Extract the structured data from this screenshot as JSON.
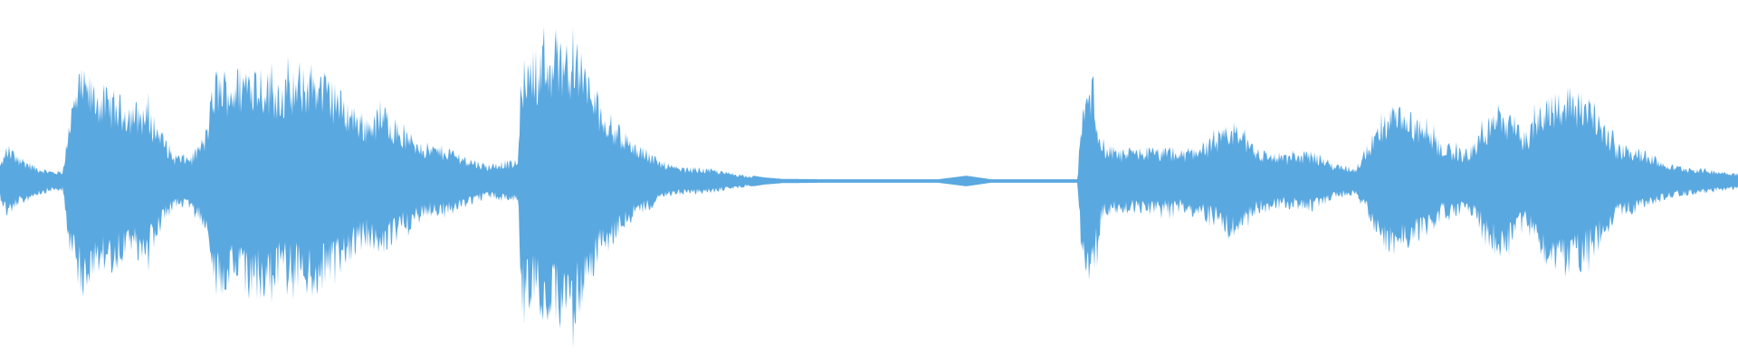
{
  "waveform": {
    "color": "#5aa8e0",
    "background": "#ffffff",
    "channels": 1,
    "envelope": [
      [
        0.0,
        0.1
      ],
      [
        0.004,
        0.22
      ],
      [
        0.01,
        0.16
      ],
      [
        0.02,
        0.09
      ],
      [
        0.03,
        0.06
      ],
      [
        0.036,
        0.06
      ],
      [
        0.04,
        0.4
      ],
      [
        0.046,
        0.65
      ],
      [
        0.055,
        0.58
      ],
      [
        0.065,
        0.52
      ],
      [
        0.075,
        0.47
      ],
      [
        0.085,
        0.45
      ],
      [
        0.092,
        0.32
      ],
      [
        0.1,
        0.16
      ],
      [
        0.11,
        0.15
      ],
      [
        0.118,
        0.28
      ],
      [
        0.124,
        0.66
      ],
      [
        0.134,
        0.64
      ],
      [
        0.145,
        0.72
      ],
      [
        0.158,
        0.62
      ],
      [
        0.17,
        0.6
      ],
      [
        0.18,
        0.7
      ],
      [
        0.19,
        0.6
      ],
      [
        0.2,
        0.48
      ],
      [
        0.21,
        0.38
      ],
      [
        0.222,
        0.44
      ],
      [
        0.232,
        0.3
      ],
      [
        0.245,
        0.22
      ],
      [
        0.258,
        0.2
      ],
      [
        0.27,
        0.14
      ],
      [
        0.28,
        0.1
      ],
      [
        0.29,
        0.12
      ],
      [
        0.298,
        0.12
      ],
      [
        0.3,
        0.7
      ],
      [
        0.312,
        0.8
      ],
      [
        0.322,
        0.84
      ],
      [
        0.332,
        0.82
      ],
      [
        0.342,
        0.55
      ],
      [
        0.35,
        0.4
      ],
      [
        0.36,
        0.28
      ],
      [
        0.37,
        0.2
      ],
      [
        0.38,
        0.12
      ],
      [
        0.39,
        0.08
      ],
      [
        0.4,
        0.08
      ],
      [
        0.41,
        0.07
      ],
      [
        0.42,
        0.05
      ],
      [
        0.44,
        0.02
      ],
      [
        0.45,
        0.012
      ],
      [
        0.47,
        0.01
      ],
      [
        0.54,
        0.01
      ],
      [
        0.556,
        0.03
      ],
      [
        0.57,
        0.01
      ],
      [
        0.62,
        0.01
      ],
      [
        0.622,
        0.4
      ],
      [
        0.628,
        0.64
      ],
      [
        0.634,
        0.22
      ],
      [
        0.645,
        0.18
      ],
      [
        0.66,
        0.2
      ],
      [
        0.68,
        0.18
      ],
      [
        0.7,
        0.26
      ],
      [
        0.708,
        0.34
      ],
      [
        0.716,
        0.3
      ],
      [
        0.725,
        0.18
      ],
      [
        0.74,
        0.16
      ],
      [
        0.755,
        0.18
      ],
      [
        0.768,
        0.1
      ],
      [
        0.78,
        0.08
      ],
      [
        0.79,
        0.28
      ],
      [
        0.8,
        0.44
      ],
      [
        0.812,
        0.4
      ],
      [
        0.83,
        0.22
      ],
      [
        0.845,
        0.18
      ],
      [
        0.862,
        0.46
      ],
      [
        0.878,
        0.28
      ],
      [
        0.89,
        0.52
      ],
      [
        0.905,
        0.56
      ],
      [
        0.918,
        0.44
      ],
      [
        0.93,
        0.22
      ],
      [
        0.945,
        0.18
      ],
      [
        0.96,
        0.1
      ],
      [
        0.975,
        0.08
      ],
      [
        0.99,
        0.06
      ],
      [
        1.0,
        0.05
      ]
    ]
  }
}
